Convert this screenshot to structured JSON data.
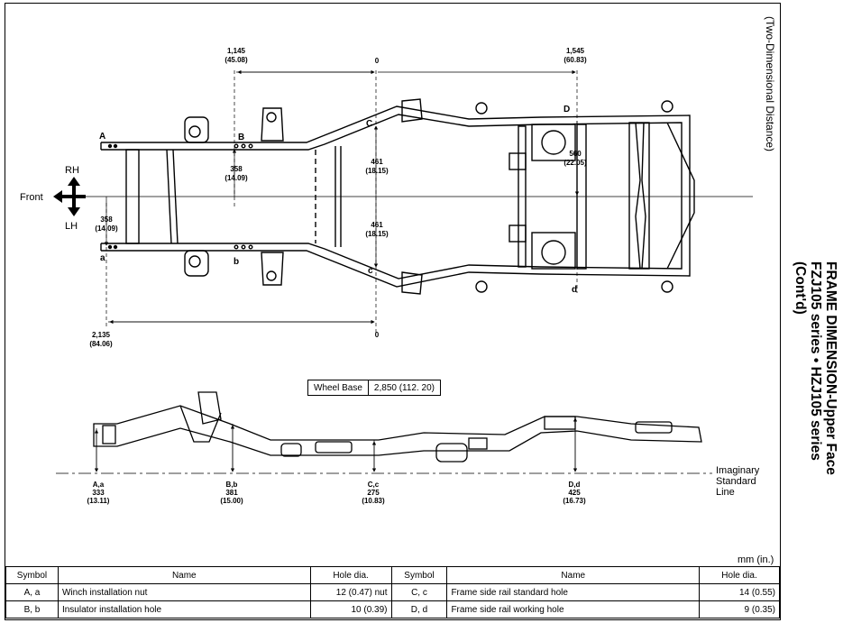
{
  "side_title": {
    "line1": "FRAME DIMENSION-Upper Face",
    "line2": "FZJ105 series • HZJ105 series",
    "line3": "(Cont'd)"
  },
  "two_dimensional": "(Two-Dimensional Distance)",
  "directions": {
    "rh": "RH",
    "lh": "LH",
    "front": "Front"
  },
  "top_view": {
    "points_upper": {
      "A": "A",
      "B": "B",
      "C": "C",
      "D": "D"
    },
    "points_lower": {
      "a": "a",
      "b": "b",
      "c": "c",
      "d": "d"
    },
    "dim_1145": {
      "mm": "1,145",
      "in": "(45.08)"
    },
    "dim_1545": {
      "mm": "1,545",
      "in": "(60.83)"
    },
    "zero_top": "0",
    "zero_bottom": "0",
    "dim_358_b": {
      "mm": "358",
      "in": "(14.09)"
    },
    "dim_358_a": {
      "mm": "358",
      "in": "(14.09)"
    },
    "dim_461_up": {
      "mm": "461",
      "in": "(18.15)"
    },
    "dim_461_down": {
      "mm": "461",
      "in": "(18.15)"
    },
    "dim_560": {
      "mm": "560",
      "in": "(22.05)"
    },
    "dim_2135": {
      "mm": "2,135",
      "in": "(84.06)"
    }
  },
  "wheel_base": {
    "label": "Wheel Base",
    "value": "2,850 (112. 20)"
  },
  "side_view": {
    "Aa": {
      "label": "A,a",
      "mm": "333",
      "in": "(13.11)"
    },
    "Bb": {
      "label": "B,b",
      "mm": "381",
      "in": "(15.00)"
    },
    "Cc": {
      "label": "C,c",
      "mm": "275",
      "in": "(10.83)"
    },
    "Dd": {
      "label": "D,d",
      "mm": "425",
      "in": "(16.73)"
    },
    "imaginary": {
      "line1": "Imaginary",
      "line2": "Standard",
      "line3": "Line"
    }
  },
  "unit": "mm (in.)",
  "table": {
    "headers": [
      "Symbol",
      "Name",
      "Hole dia.",
      "Symbol",
      "Name",
      "Hole dia."
    ],
    "rows": [
      [
        "A, a",
        "Winch installation nut",
        "12 (0.47) nut",
        "C, c",
        "Frame side rail standard hole",
        "14 (0.55)"
      ],
      [
        "B, b",
        "Insulator installation hole",
        "10 (0.39)",
        "D, d",
        "Frame side rail working hole",
        "9 (0.35)"
      ]
    ]
  }
}
